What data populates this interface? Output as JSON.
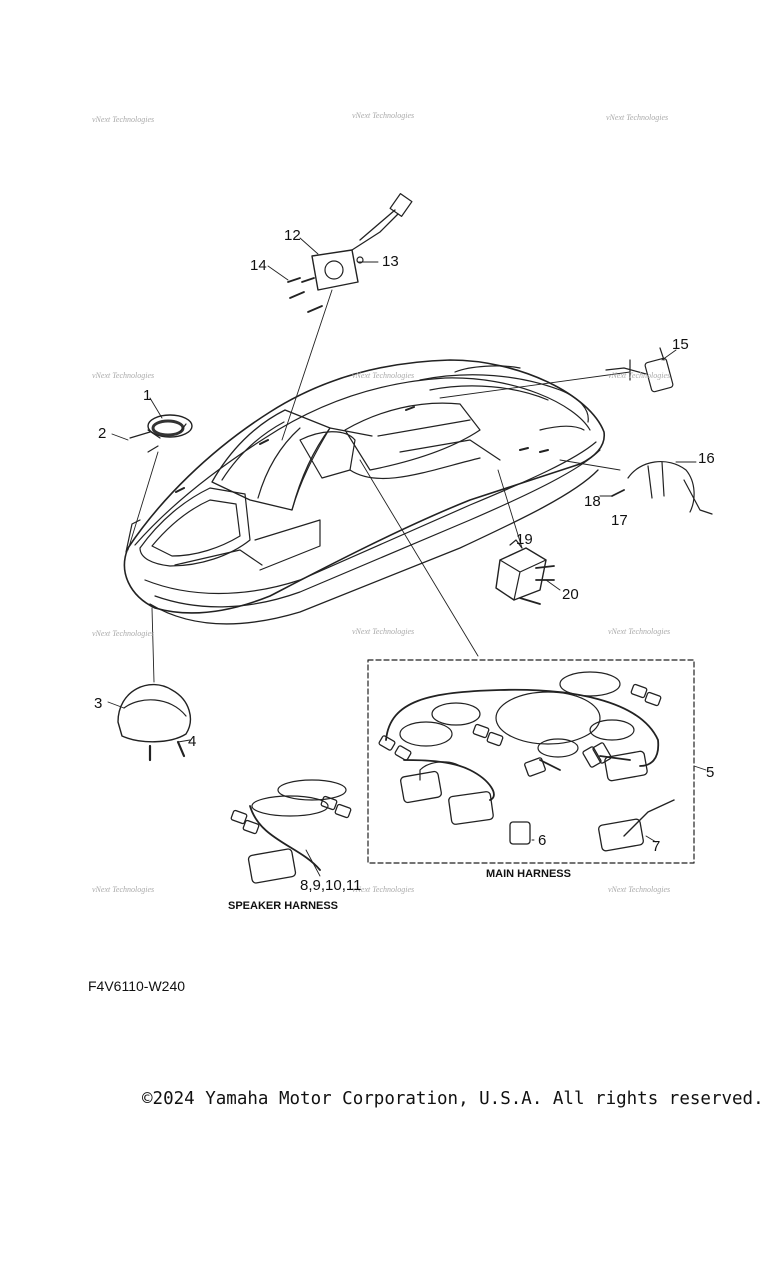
{
  "diagram": {
    "watermark_text": "vNext Technologies",
    "callouts": {
      "c1": "1",
      "c2": "2",
      "c3": "3",
      "c4": "4",
      "c5": "5",
      "c6": "6",
      "c7": "7",
      "c8_11": "8,9,10,11",
      "c12": "12",
      "c13": "13",
      "c14": "14",
      "c15": "15",
      "c16": "16",
      "c17": "17",
      "c18": "18",
      "c19": "19",
      "c20": "20"
    },
    "captions": {
      "main_harness": "MAIN HARNESS",
      "speaker_harness": "SPEAKER HARNESS"
    }
  },
  "footer": {
    "diagram_code": "F4V6110-W240",
    "copyright": "©2024 Yamaha Motor Corporation, U.S.A. All rights reserved."
  }
}
